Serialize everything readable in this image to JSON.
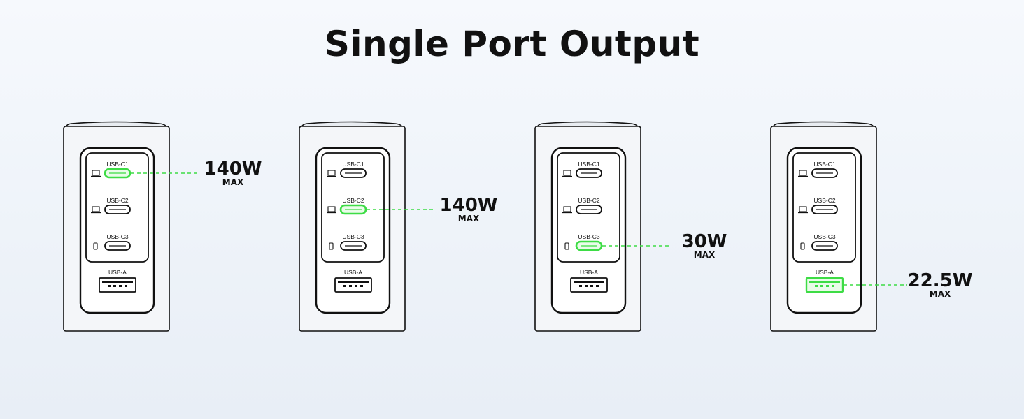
{
  "title": "Single Port Output",
  "port_labels": {
    "c1": "USB-C1",
    "c2": "USB-C2",
    "c3": "USB-C3",
    "a": "USB-A"
  },
  "max_label": "MAX",
  "colors": {
    "highlight": "#3ddc45",
    "outline": "#111111",
    "body_fill": "#f4f6f9",
    "background": "#eef3f9"
  },
  "icons": [
    "laptop-icon",
    "laptop-icon",
    "phone-icon"
  ],
  "configs": [
    {
      "active_port": "USB-C1",
      "watt": "140W"
    },
    {
      "active_port": "USB-C2",
      "watt": "140W"
    },
    {
      "active_port": "USB-C3",
      "watt": "30W"
    },
    {
      "active_port": "USB-A",
      "watt": "22.5W"
    }
  ]
}
